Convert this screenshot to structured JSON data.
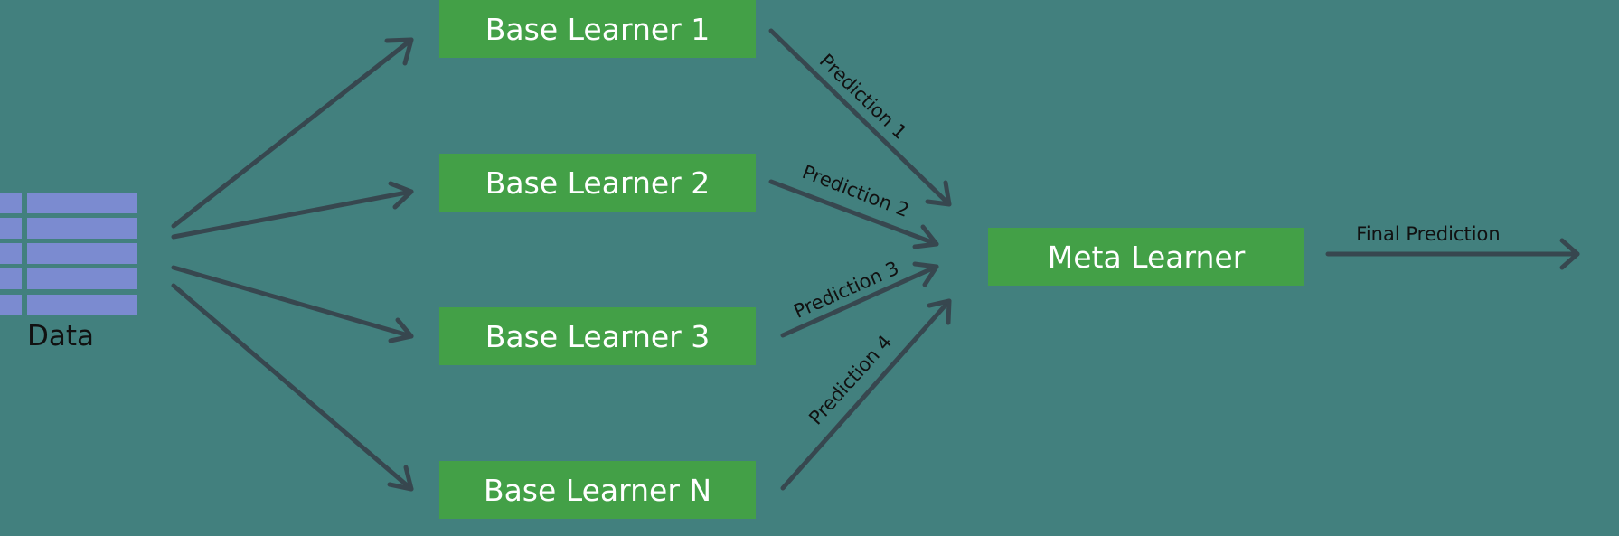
{
  "data_label": "Data",
  "base_learners": [
    "Base Learner 1",
    "Base Learner 2",
    "Base Learner 3",
    "Base Learner N"
  ],
  "meta_learner": "Meta Learner",
  "predictions": [
    "Prediction 1",
    "Prediction 2",
    "Prediction 3",
    "Prediction 4"
  ],
  "final_prediction": "Final Prediction",
  "colors": {
    "background": "#42807e",
    "learner_box": "#43a047",
    "data_table": "#7b8bd0",
    "arrow": "#37474f"
  }
}
